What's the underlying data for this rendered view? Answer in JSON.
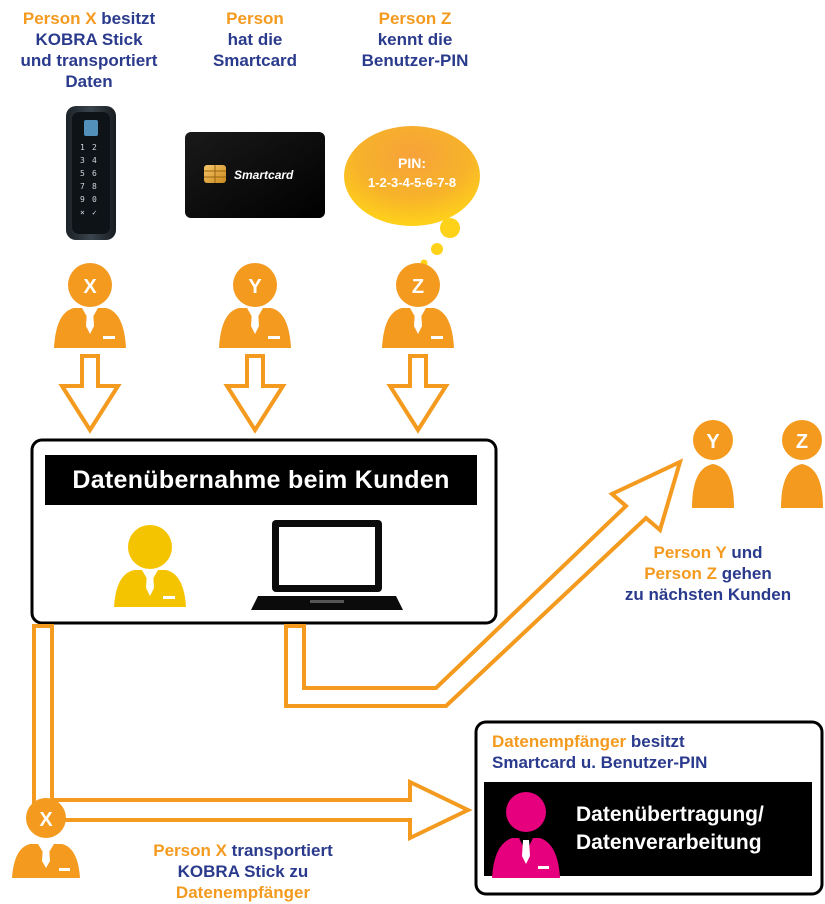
{
  "top_captions": {
    "x": {
      "name": "Person X",
      "text_line1": "besitzt",
      "text_rest": [
        "KOBRA Stick",
        "und transportiert",
        "Daten"
      ]
    },
    "y": {
      "name": "Person",
      "text_rest": [
        "hat die",
        "Smartcard"
      ]
    },
    "z": {
      "name": "Person Z",
      "text_rest": [
        "kennt die",
        "Benutzer-PIN"
      ]
    }
  },
  "smartcard_label": "Smartcard",
  "pin_bubble": {
    "label": "PIN:",
    "value": "1-2-3-4-5-6-7-8"
  },
  "person_letters": {
    "x": "X",
    "y": "Y",
    "z": "Z"
  },
  "customer_box_title": "Datenübernahme beim Kunden",
  "leave_caption": {
    "person_y": "Person Y",
    "und": "und",
    "person_z": "Person Z",
    "gehen": "gehen",
    "line3": "zu nächsten Kunden"
  },
  "receiver_caption": {
    "name": "Datenempfänger",
    "besitzt": "besitzt",
    "line2": "Smartcard u. Benutzer-PIN"
  },
  "receiver_box_title": {
    "line1": "Datenübertragung/",
    "line2": "Datenverarbeitung"
  },
  "transport_caption": {
    "name": "Person X",
    "rest": "transportiert",
    "line2": "KOBRA Stick zu",
    "line3": "Datenempfänger"
  },
  "colors": {
    "orange": "#f39a1f",
    "navy": "#2a3a8c",
    "yellow": "#f5c400",
    "magenta": "#e6007e",
    "black": "#000000"
  },
  "icons": [
    "kobra-stick-icon",
    "smartcard-icon",
    "thought-bubble-icon",
    "person-icon",
    "laptop-icon",
    "arrow-icon"
  ]
}
